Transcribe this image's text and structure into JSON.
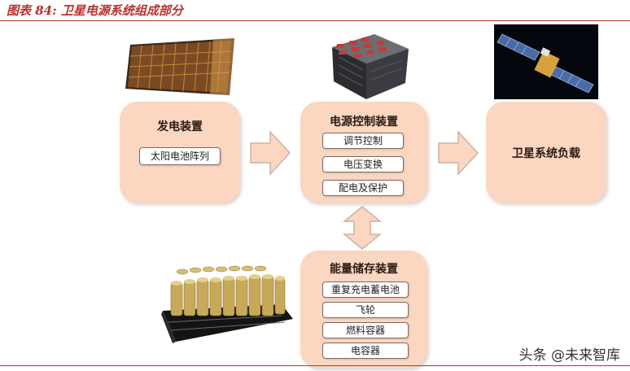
{
  "figure": {
    "title": "图表 84: 卫星电源系统组成部分"
  },
  "boxes": {
    "generator": {
      "title": "发电装置",
      "items": [
        "太阳电池阵列"
      ]
    },
    "power_control": {
      "title": "电源控制装置",
      "items": [
        "调节控制",
        "电压变换",
        "配电及保护"
      ]
    },
    "satellite_load": {
      "title": "卫星系统负载",
      "items": []
    },
    "energy_storage": {
      "title": "能量储存装置",
      "items": [
        "重复充电蓄电池",
        "飞轮",
        "燃料容器",
        "电容器"
      ]
    }
  },
  "watermark": "头条 @未来智库",
  "colors": {
    "box_fill": "#fbd6c0",
    "arrow_fill": "#fbd6c0",
    "title_red": "#b8322d"
  }
}
